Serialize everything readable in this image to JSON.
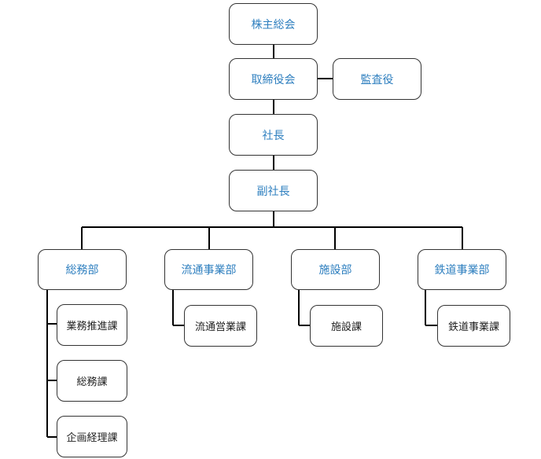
{
  "org": {
    "shareholders": "株主総会",
    "board": "取締役会",
    "auditor": "監査役",
    "president": "社長",
    "vice_president": "副社長",
    "departments": [
      {
        "name": "総務部",
        "sections": [
          "業務推進課",
          "総務課",
          "企画経理課"
        ]
      },
      {
        "name": "流通事業部",
        "sections": [
          "流通営業課"
        ]
      },
      {
        "name": "施設部",
        "sections": [
          "施設課"
        ]
      },
      {
        "name": "鉄道事業部",
        "sections": [
          "鉄道事業課"
        ]
      }
    ]
  },
  "colors": {
    "exec_text": "#2e7fbf",
    "section_text": "#222222",
    "line": "#000000",
    "border": "#333333"
  }
}
